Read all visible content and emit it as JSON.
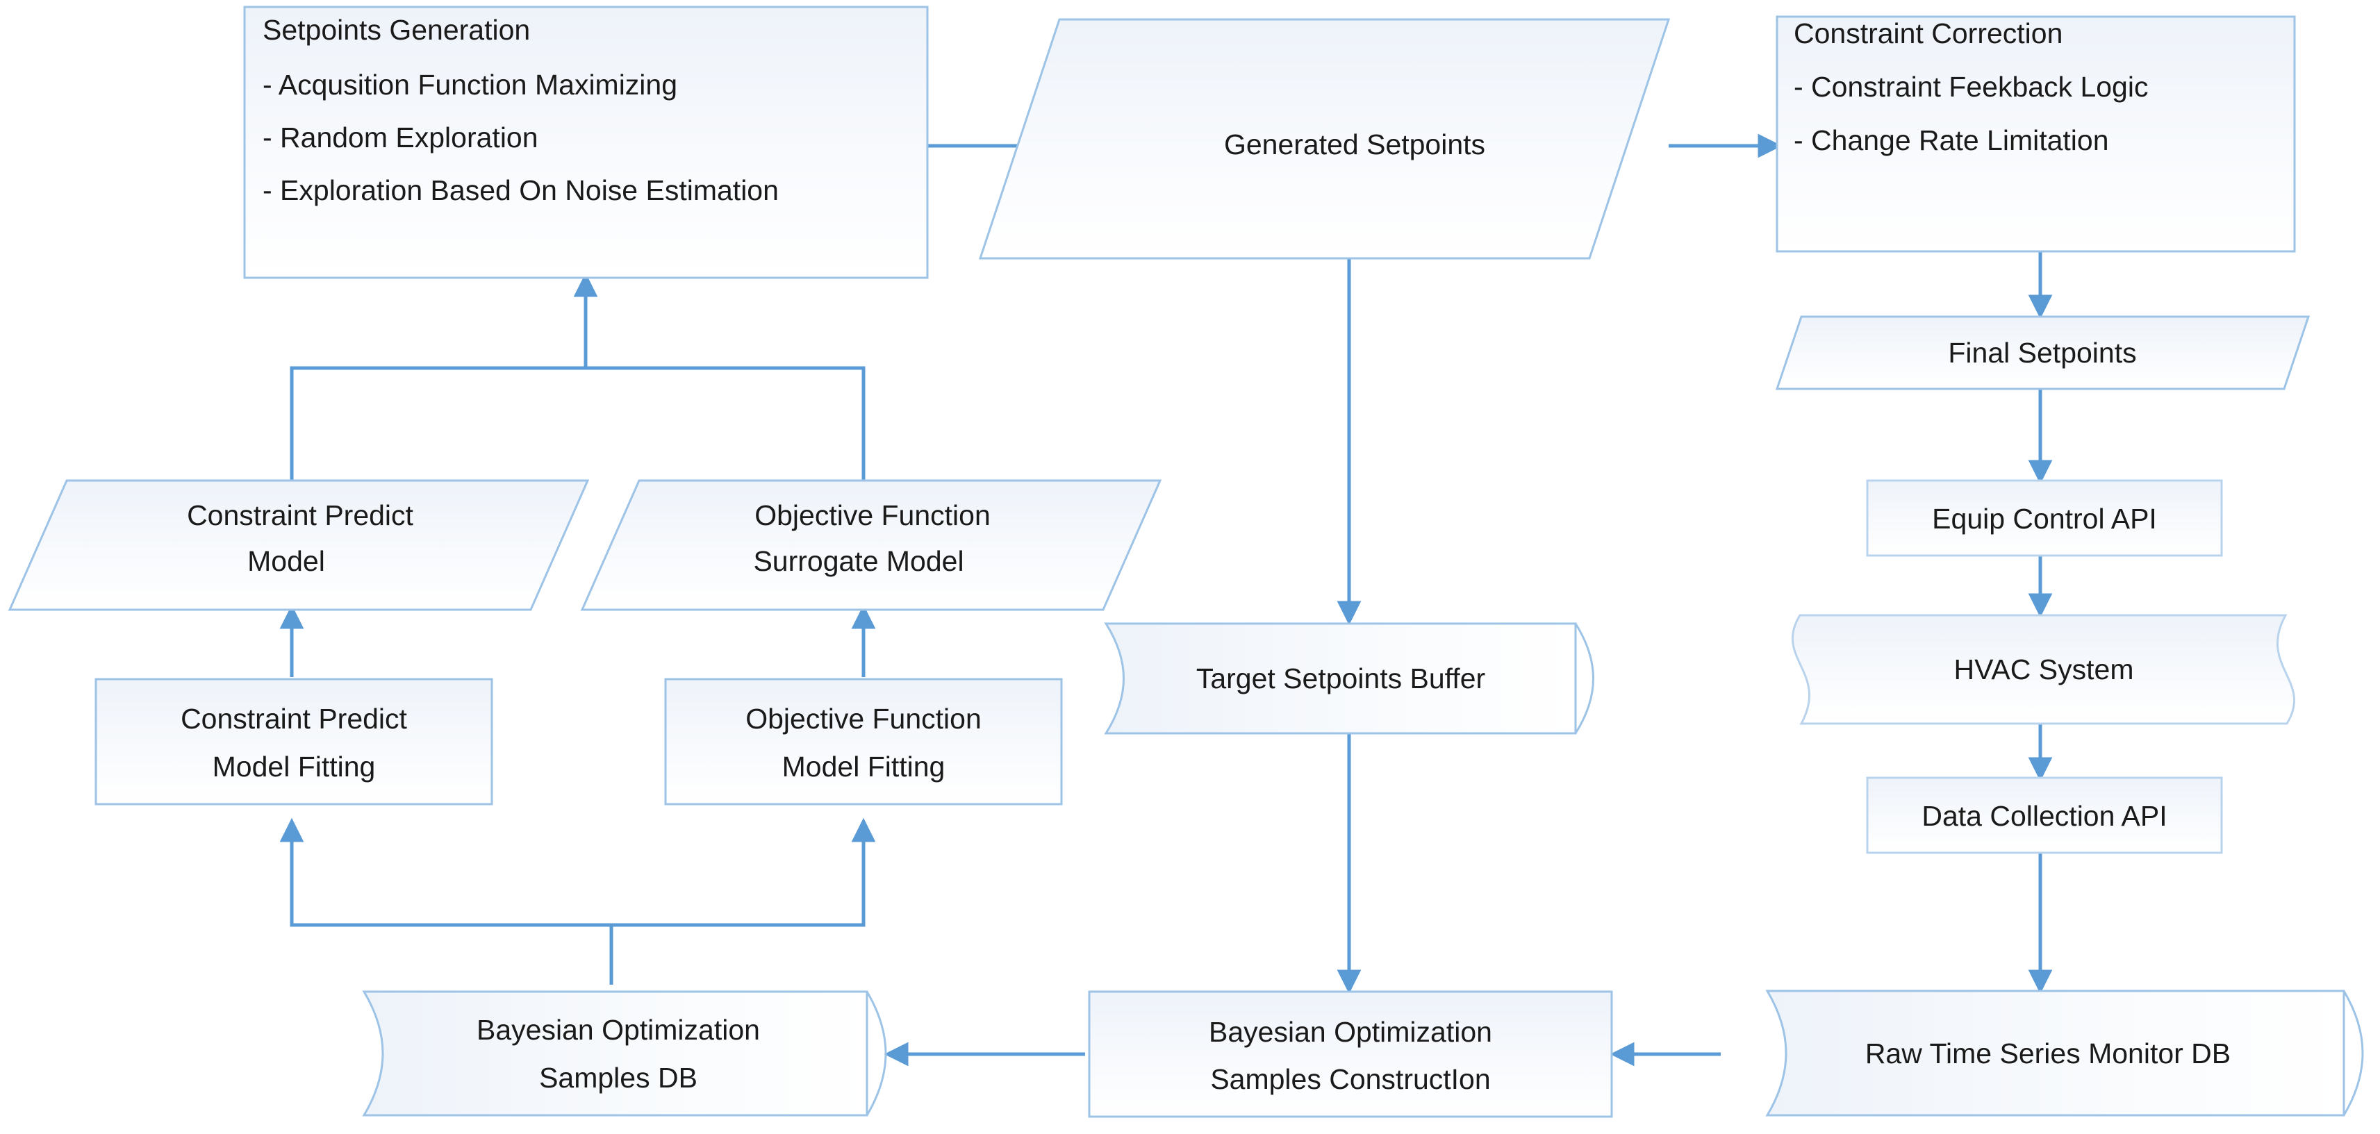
{
  "diagram": {
    "title": "HVAC Bayesian Optimization Control Flowchart",
    "palette": {
      "shape_border": "#9dc3e6",
      "shape_fill_top": "#eef3fa",
      "shape_fill_bottom": "#ffffff",
      "connector": "#5b9bd5",
      "text": "#1a1a1a",
      "background": "#ffffff"
    },
    "nodes": {
      "setpoints_generation": {
        "shape": "process",
        "lines": [
          "Setpoints Generation",
          "- Acqusition Function Maximizing",
          "- Random Exploration",
          "- Exploration Based On Noise Estimation"
        ]
      },
      "generated_setpoints": {
        "shape": "data-parallelogram",
        "label": "Generated Setpoints"
      },
      "constraint_correction": {
        "shape": "process",
        "lines": [
          "Constraint Correction",
          "- Constraint Feekback Logic",
          "- Change Rate Limitation"
        ]
      },
      "final_setpoints": {
        "shape": "data-parallelogram",
        "label": "Final Setpoints"
      },
      "equip_control_api": {
        "shape": "process",
        "label": "Equip Control API"
      },
      "hvac_system": {
        "shape": "wave",
        "label": "HVAC System"
      },
      "data_collection_api": {
        "shape": "process",
        "label": "Data Collection API"
      },
      "raw_time_series_monitor_db": {
        "shape": "cylinder",
        "label": "Raw Time Series Monitor DB"
      },
      "bayesian_samples_construction": {
        "shape": "process",
        "lines": [
          "Bayesian Optimization",
          "Samples ConstructIon"
        ]
      },
      "bayesian_samples_db": {
        "shape": "cylinder",
        "lines": [
          "Bayesian Optimization",
          "Samples DB"
        ]
      },
      "target_setpoints_buffer": {
        "shape": "cylinder",
        "label": "Target Setpoints Buffer"
      },
      "constraint_predict_model": {
        "shape": "data-parallelogram",
        "lines": [
          "Constraint Predict",
          "Model"
        ]
      },
      "objective_function_surrogate_model": {
        "shape": "data-parallelogram",
        "lines": [
          "Objective Function",
          "Surrogate  Model"
        ]
      },
      "constraint_predict_model_fitting": {
        "shape": "process",
        "lines": [
          "Constraint Predict",
          "Model Fitting"
        ]
      },
      "objective_function_model_fitting": {
        "shape": "process",
        "lines": [
          "Objective Function",
          "Model Fitting"
        ]
      }
    },
    "edges": [
      {
        "from": "setpoints_generation",
        "to": "generated_setpoints"
      },
      {
        "from": "generated_setpoints",
        "to": "constraint_correction"
      },
      {
        "from": "generated_setpoints",
        "to": "target_setpoints_buffer"
      },
      {
        "from": "constraint_correction",
        "to": "final_setpoints"
      },
      {
        "from": "final_setpoints",
        "to": "equip_control_api"
      },
      {
        "from": "equip_control_api",
        "to": "hvac_system"
      },
      {
        "from": "hvac_system",
        "to": "data_collection_api"
      },
      {
        "from": "data_collection_api",
        "to": "raw_time_series_monitor_db"
      },
      {
        "from": "raw_time_series_monitor_db",
        "to": "bayesian_samples_construction"
      },
      {
        "from": "target_setpoints_buffer",
        "to": "bayesian_samples_construction"
      },
      {
        "from": "bayesian_samples_construction",
        "to": "bayesian_samples_db"
      },
      {
        "from": "bayesian_samples_db",
        "to": "constraint_predict_model_fitting"
      },
      {
        "from": "bayesian_samples_db",
        "to": "objective_function_model_fitting"
      },
      {
        "from": "constraint_predict_model_fitting",
        "to": "constraint_predict_model"
      },
      {
        "from": "objective_function_model_fitting",
        "to": "objective_function_surrogate_model"
      },
      {
        "from": "constraint_predict_model",
        "to": "setpoints_generation"
      },
      {
        "from": "objective_function_surrogate_model",
        "to": "setpoints_generation"
      }
    ]
  }
}
